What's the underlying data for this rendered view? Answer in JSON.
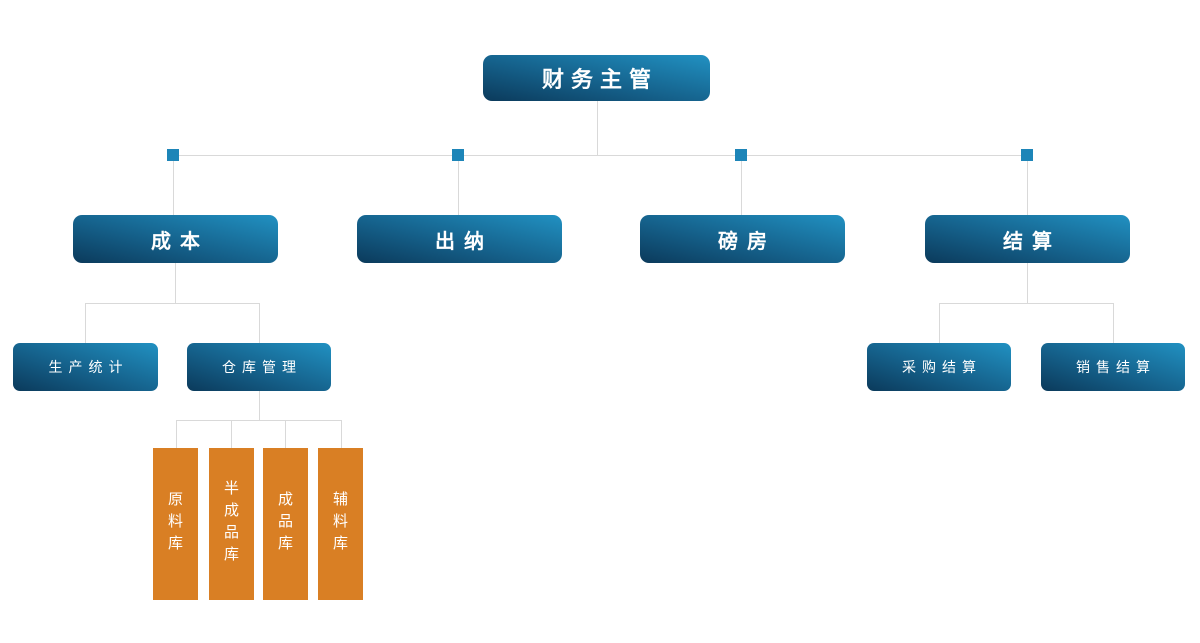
{
  "diagram": {
    "type": "org-chart",
    "root": {
      "label": "财务主管"
    },
    "level2": [
      {
        "label": "成本"
      },
      {
        "label": "出纳"
      },
      {
        "label": "磅房"
      },
      {
        "label": "结算"
      }
    ],
    "cost_children": [
      {
        "label": "生产统计"
      },
      {
        "label": "仓库管理"
      }
    ],
    "warehouse_children": [
      {
        "label": "原料库"
      },
      {
        "label": "半成品库"
      },
      {
        "label": "成品库"
      },
      {
        "label": "辅料库"
      }
    ],
    "settlement_children": [
      {
        "label": "采购结算"
      },
      {
        "label": "销售结算"
      }
    ]
  },
  "colors": {
    "node_gradient_start": "#0b3a5b",
    "node_gradient_end": "#2191c2",
    "warehouse_node_fill": "#d97f24",
    "connector_line": "#d9d9d9",
    "connector_square": "#1d85b8",
    "node_text": "#ffffff",
    "background": "#ffffff"
  }
}
